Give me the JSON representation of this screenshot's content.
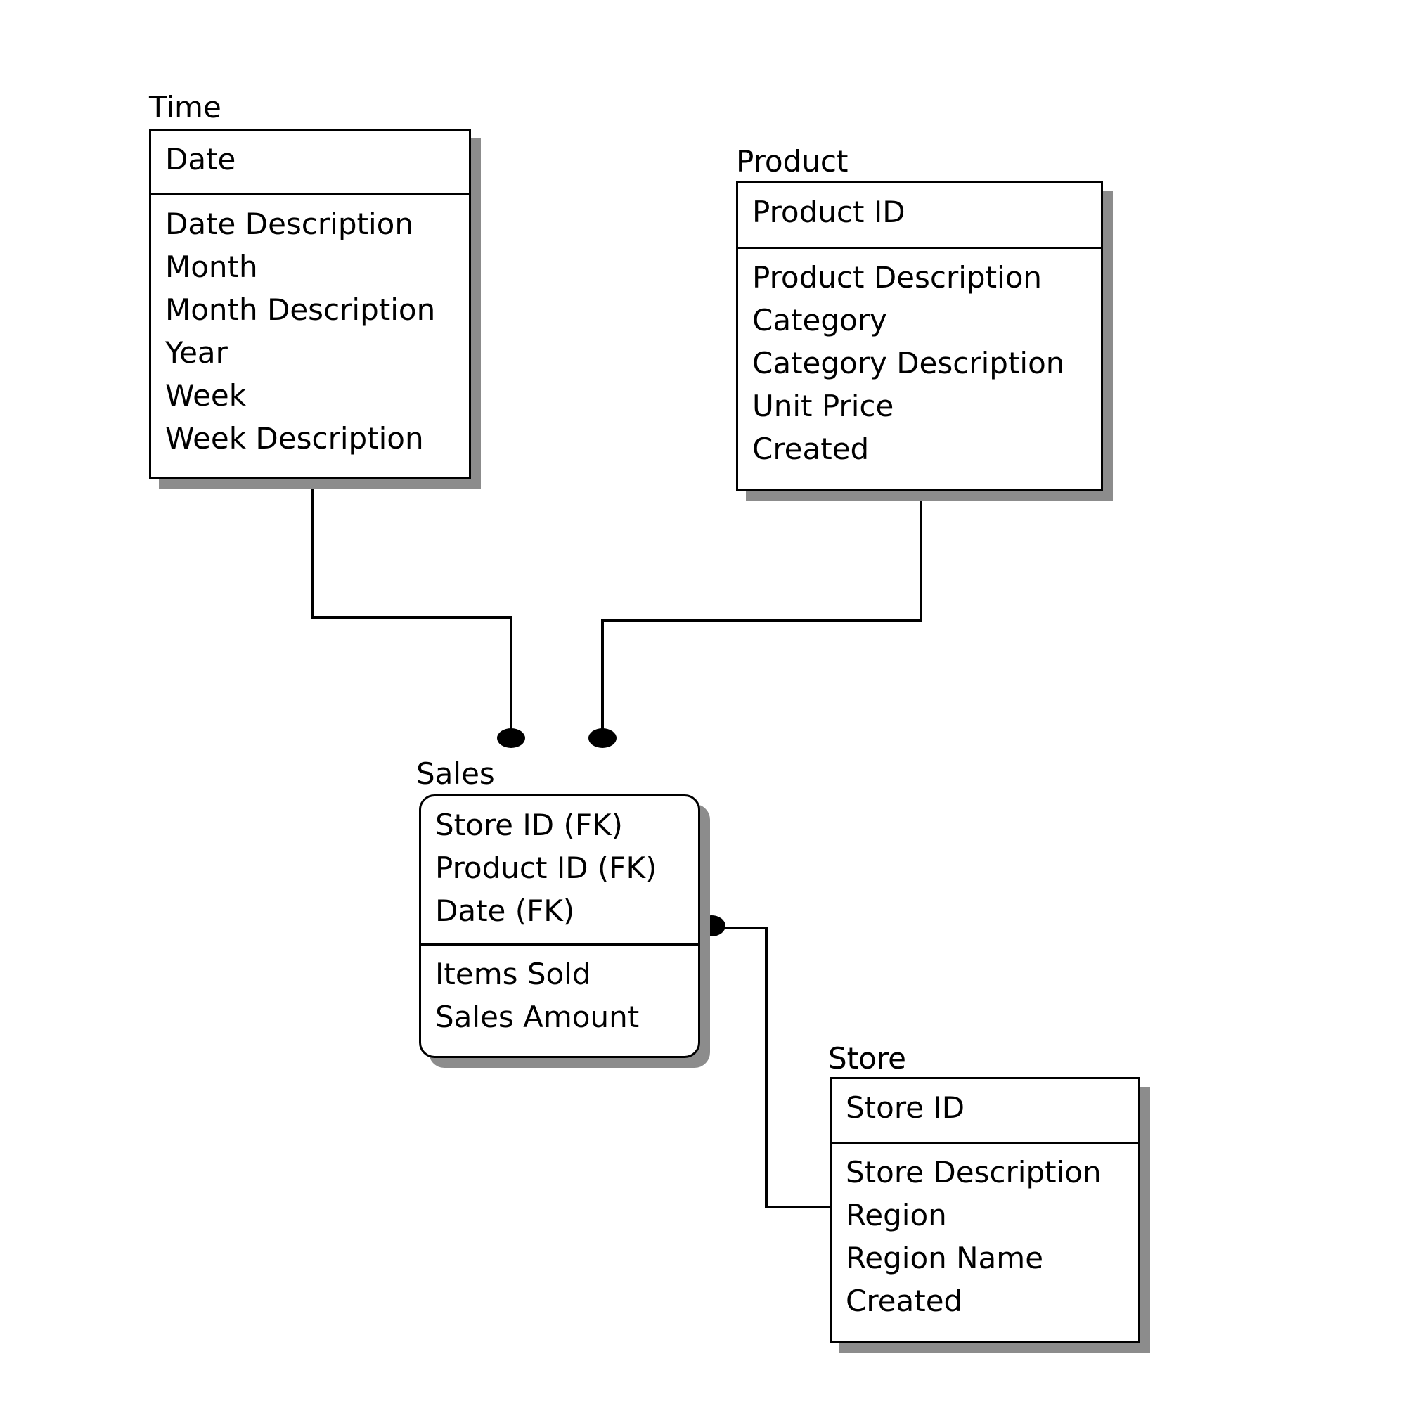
{
  "entities": {
    "time": {
      "name": "Time",
      "key_attributes": [
        "Date"
      ],
      "attributes": [
        "Date Description",
        "Month",
        "Month Description",
        "Year",
        "Week",
        "Week Description"
      ]
    },
    "product": {
      "name": "Product",
      "key_attributes": [
        "Product ID"
      ],
      "attributes": [
        "Product Description",
        "Category",
        "Category Description",
        "Unit Price",
        "Created"
      ]
    },
    "sales": {
      "name": "Sales",
      "key_attributes": [
        "Store ID (FK)",
        "Product ID (FK)",
        "Date (FK)"
      ],
      "attributes": [
        "Items Sold",
        "Sales Amount"
      ]
    },
    "store": {
      "name": "Store",
      "key_attributes": [
        "Store ID"
      ],
      "attributes": [
        "Store Description",
        "Region",
        "Region Name",
        "Created"
      ]
    }
  },
  "relationships": [
    {
      "from": "Time",
      "to": "Sales",
      "parent_end": "one",
      "child_end": "many (dot)"
    },
    {
      "from": "Product",
      "to": "Sales",
      "parent_end": "one",
      "child_end": "many (dot)"
    },
    {
      "from": "Store",
      "to": "Sales",
      "parent_end": "one",
      "child_end": "many (dot)"
    }
  ]
}
